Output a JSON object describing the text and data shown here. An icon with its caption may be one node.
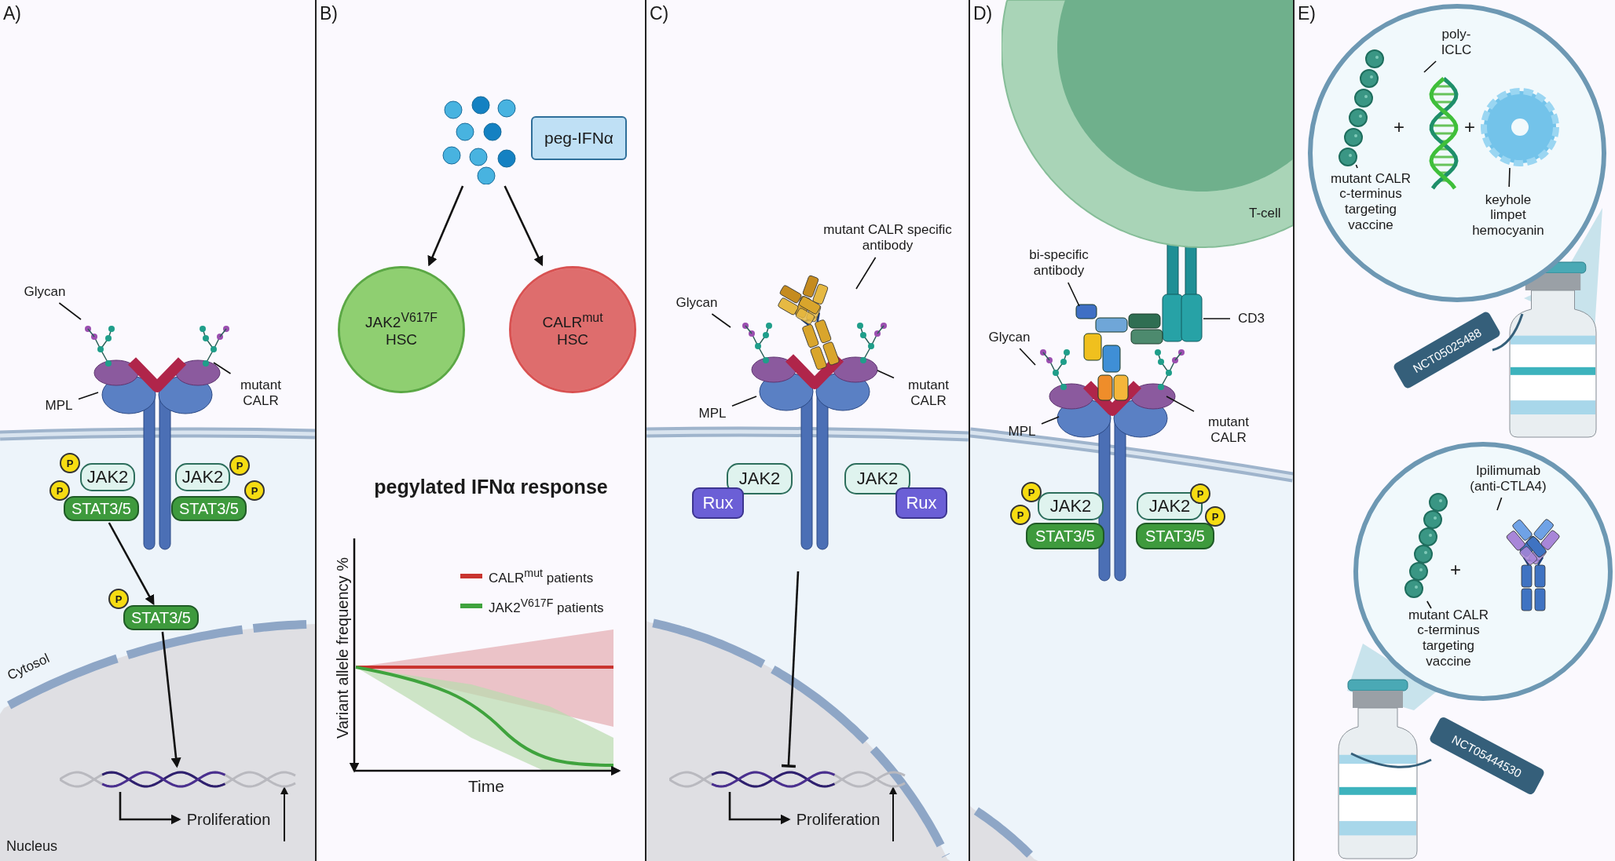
{
  "diagram": {
    "nodes": [
      {
        "text": [
          "A)"
        ]
      },
      {
        "text": [
          "Glycan"
        ],
        "in": 0
      },
      {
        "text": [
          "MPL"
        ],
        "in": 0
      },
      {
        "text": [
          "mutant CALR"
        ],
        "in": 0
      },
      {
        "text": [
          "JAK2"
        ],
        "in": 0
      },
      {
        "text": [
          "JAK2"
        ],
        "in": 0
      },
      {
        "text": [
          "STAT3/5"
        ],
        "in": 0
      },
      {
        "text": [
          "STAT3/5"
        ],
        "in": 0
      },
      {
        "text": [
          "P"
        ],
        "in": 0
      },
      {
        "text": [
          "P"
        ],
        "in": 0
      },
      {
        "text": [
          "P"
        ],
        "in": 0
      },
      {
        "text": [
          "P"
        ],
        "in": 0
      },
      {
        "text": [
          "STAT3/5"
        ],
        "in": 0
      },
      {
        "text": [
          "P"
        ],
        "in": 0
      },
      {
        "text": [],
        "shape": "picture",
        "in": 0
      },
      {
        "text": [
          "Proliferation"
        ],
        "in": 0
      },
      {
        "text": [
          "B)"
        ]
      },
      {
        "text": [],
        "shape": "picture",
        "in": 16
      },
      {
        "text": [
          "peg-IFNα"
        ],
        "in": 16
      },
      {
        "text": [
          "JAK2$^{V617F}$ HSC"
        ],
        "in": 16
      },
      {
        "text": [
          "CALR$^{mut}$ HSC"
        ],
        "in": 16
      },
      {
        "text": [
          "C)"
        ]
      },
      {
        "text": [
          "mutant CALR specific antibody"
        ],
        "in": 21
      },
      {
        "text": [
          "Glycan"
        ],
        "in": 21
      },
      {
        "text": [
          "MPL"
        ],
        "in": 21
      },
      {
        "text": [
          "mutant CALR"
        ],
        "in": 21
      },
      {
        "text": [
          "JAK2"
        ],
        "in": 21
      },
      {
        "text": [
          "JAK2"
        ],
        "in": 21
      },
      {
        "text": [
          "Rux"
        ],
        "in": 21
      },
      {
        "text": [
          "Rux"
        ],
        "in": 21
      },
      {
        "text": [],
        "shape": "picture",
        "in": 21
      },
      {
        "text": [
          "Proliferation"
        ],
        "in": 21
      },
      {
        "text": [
          "D)"
        ]
      },
      {
        "text": [
          "T-cell"
        ],
        "in": 32
      },
      {
        "text": [
          "bi-specific antibody"
        ],
        "in": 32
      },
      {
        "text": [
          "CD3"
        ],
        "in": 32
      },
      {
        "text": [
          "Glycan"
        ],
        "in": 32
      },
      {
        "text": [
          "MPL"
        ],
        "in": 32
      },
      {
        "text": [
          "mutant CALR"
        ],
        "in": 32
      },
      {
        "text": [
          "JAK2"
        ],
        "in": 32
      },
      {
        "text": [
          "JAK2"
        ],
        "in": 32
      },
      {
        "text": [
          "STAT3/5"
        ],
        "in": 32
      },
      {
        "text": [
          "STAT3/5"
        ],
        "in": 32
      },
      {
        "text": [
          "P"
        ],
        "in": 32
      },
      {
        "text": [
          "P"
        ],
        "in": 32
      },
      {
        "text": [
          "P"
        ],
        "in": 32
      },
      {
        "text": [
          "P"
        ],
        "in": 32
      },
      {
        "text": [
          "E)"
        ]
      },
      {
        "text": [],
        "shape": "circle",
        "in": 47
      },
      {
        "text": [
          "poly-ICLC"
        ],
        "in": 48
      },
      {
        "text": [
          "mutant CALR c-terminus targeting vaccine"
        ],
        "in": 48
      },
      {
        "text": [
          "keyhole limpet hemocyanin"
        ],
        "in": 48
      },
      {
        "text": [
          "NCT05025488"
        ],
        "in": 47
      },
      {
        "text": [],
        "shape": "circle",
        "in": 47
      },
      {
        "text": [
          "Ipilimumab (anti-CTLA4)"
        ],
        "in": 53
      },
      {
        "text": [
          "mutant CALR c-terminus targeting vaccine"
        ],
        "in": 53
      },
      {
        "text": [
          "NCT05444530"
        ],
        "in": 47
      }
    ],
    "edges": [
      {
        "from": 1,
        "to": null,
        "arrow": "none"
      },
      {
        "from": 2,
        "to": null,
        "arrow": "none"
      },
      {
        "from": 3,
        "to": null,
        "arrow": "none"
      },
      {
        "from": 6,
        "to": 12,
        "arrow": "to"
      },
      {
        "from": 12,
        "to": 14,
        "arrow": "to"
      },
      {
        "from": 14,
        "to": 15,
        "arrow": "to"
      },
      {
        "from": 17,
        "to": 19,
        "arrow": "to"
      },
      {
        "from": 17,
        "to": 20,
        "arrow": "to"
      },
      {
        "from": 22,
        "to": null,
        "arrow": "none"
      },
      {
        "from": 23,
        "to": null,
        "arrow": "none"
      },
      {
        "from": 24,
        "to": null,
        "arrow": "none"
      },
      {
        "from": 25,
        "to": null,
        "arrow": "none"
      },
      {
        "from": null,
        "to": 30,
        "arrow": "other"
      },
      {
        "from": 30,
        "to": 31,
        "arrow": "to"
      },
      {
        "from": 34,
        "to": null,
        "arrow": "none"
      },
      {
        "from": 35,
        "to": null,
        "arrow": "none"
      },
      {
        "from": 36,
        "to": null,
        "arrow": "none"
      },
      {
        "from": 37,
        "to": null,
        "arrow": "none"
      },
      {
        "from": 38,
        "to": null,
        "arrow": "none"
      },
      {
        "from": 50,
        "to": null,
        "arrow": "none"
      },
      {
        "from": 49,
        "to": null,
        "arrow": "none"
      },
      {
        "from": 51,
        "to": null,
        "arrow": "none"
      },
      {
        "from": 54,
        "to": null,
        "arrow": "none"
      },
      {
        "from": 55,
        "to": null,
        "arrow": "none"
      }
    ],
    "labels": [
      "Cytosol",
      "Nucleus",
      "pegylated IFNα response",
      "Variant allele frequency %",
      "Time",
      "+",
      "+",
      "+"
    ],
    "legend": [
      {
        "text": "CALR$^{mut}$ patients"
      },
      {
        "text": "JAK2$^{V617F}$ patients"
      }
    ]
  }
}
